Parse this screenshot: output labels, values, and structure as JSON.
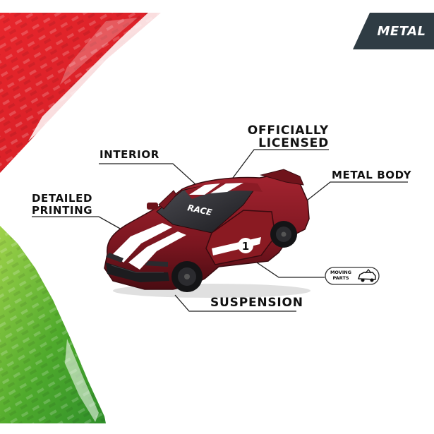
{
  "badge": {
    "text": "METAL",
    "color": "#2f3c44"
  },
  "car": {
    "hood_text": "RACE",
    "door_number": "1",
    "body_color": "#8a1a22",
    "stripe_color": "#ffffff"
  },
  "callouts": {
    "officially_licensed_line1": "OFFICIALLY",
    "officially_licensed_line2": "LICENSED",
    "interior": "INTERIOR",
    "metal_body": "METAL BODY",
    "detailed_printing_line1": "DETAILED",
    "detailed_printing_line2": "PRINTING",
    "suspension": "SUSPENSION",
    "moving_parts_line1": "MOVING",
    "moving_parts_line2": "PARTS"
  },
  "decor": {
    "red_color": "#e2242b",
    "green_color": "#5fb52e"
  }
}
